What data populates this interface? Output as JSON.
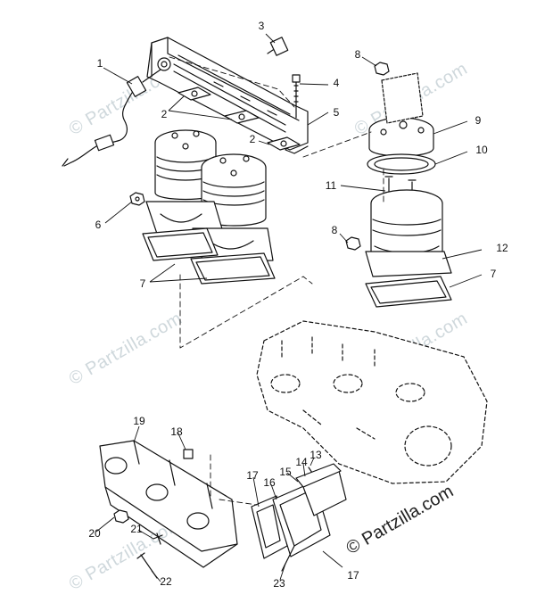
{
  "watermark_text": "© Partzilla.com",
  "brand_text": "© Partzilla.com",
  "callouts": {
    "c1": "1",
    "c2a": "2",
    "c2b": "2",
    "c3": "3",
    "c4": "4",
    "c5": "5",
    "c6": "6",
    "c7a": "7",
    "c7b": "7",
    "c8a": "8",
    "c8b": "8",
    "c9": "9",
    "c10": "10",
    "c11": "11",
    "c12": "12",
    "c13": "13",
    "c14": "14",
    "c15": "15",
    "c16": "16",
    "c17a": "17",
    "c17b": "17",
    "c18": "18",
    "c19": "19",
    "c20": "20",
    "c21": "21",
    "c22": "22",
    "c23": "23"
  }
}
